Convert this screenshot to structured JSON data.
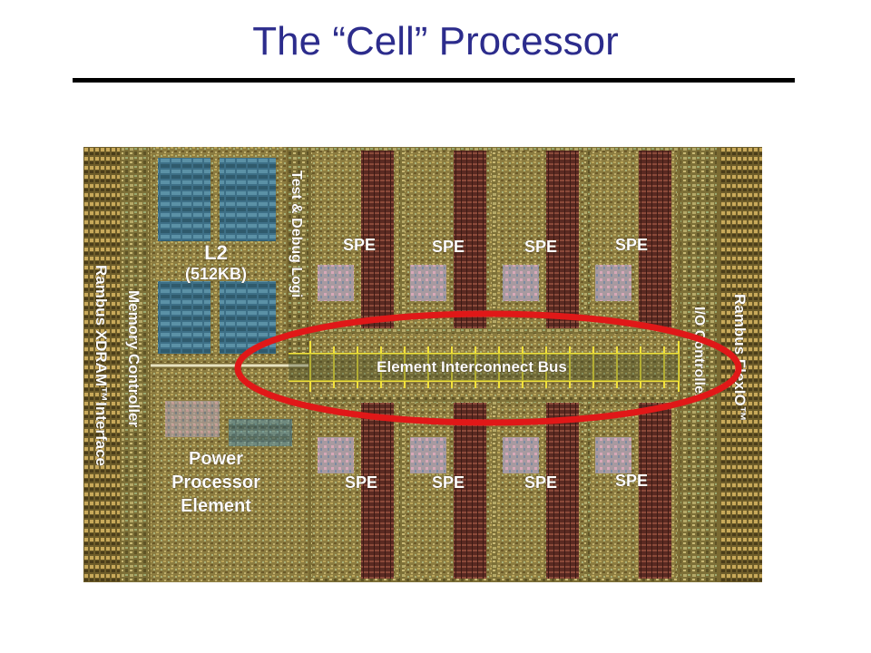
{
  "slide": {
    "title": "The “Cell” Processor"
  },
  "die_labels": {
    "l2_name": "L2",
    "l2_size": "(512KB)",
    "test_debug": "Test & Debug Logi",
    "memory_controller": "Memory Controller",
    "rambus_xdram": "Rambus XDRAM™Interface",
    "power_processor_line1": "Power",
    "power_processor_line2": "Processor",
    "power_processor_line3": "Element",
    "spe": "SPE",
    "eib": "Element Interconnect Bus",
    "io_controller": "I/O Controller",
    "rambus_flexio": "Rambus FlexIO™"
  },
  "colors": {
    "title": "#2c2c8c",
    "highlight_ellipse": "#e01818",
    "bus_lines": "#f2e23a",
    "die_base": "#8a7a3e"
  }
}
